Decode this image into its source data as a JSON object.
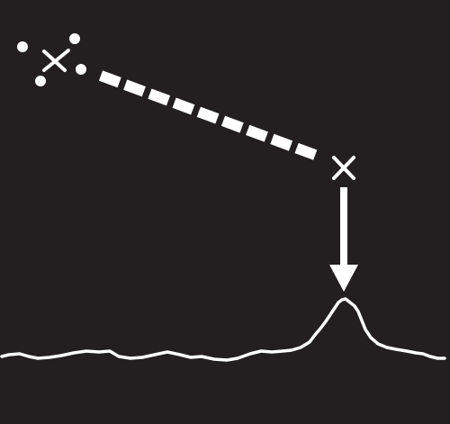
{
  "diagram": {
    "background_color": "#231f20",
    "foreground_color": "#ffffff",
    "elements": [
      "four-point-cluster-with-cross",
      "dashed-trajectory",
      "target-cross",
      "down-arrow",
      "signal-trace-with-peak"
    ]
  }
}
